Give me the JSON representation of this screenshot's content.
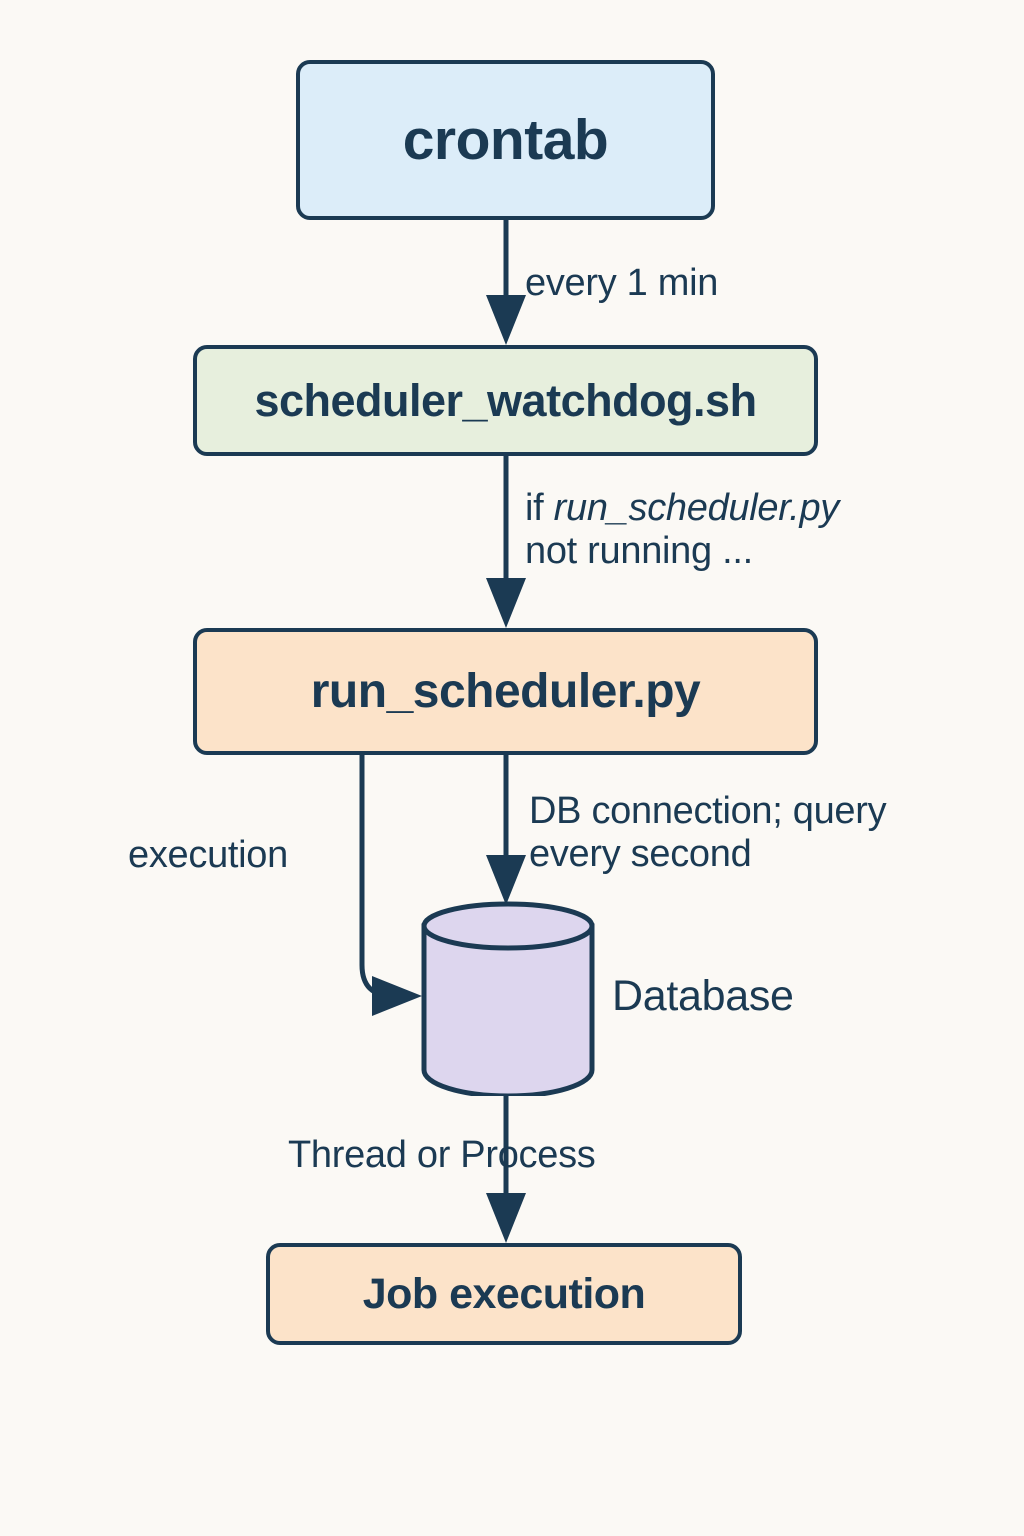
{
  "diagram": {
    "title": "Scheduler architecture flow",
    "background_color": "#fbf9f5",
    "stroke_color": "#1b3a53",
    "nodes": [
      {
        "id": "crontab",
        "label": "crontab",
        "shape": "rounded-rectangle",
        "fill": "#dcedf9"
      },
      {
        "id": "scheduler_watchdog",
        "label": "scheduler_watchdog.sh",
        "shape": "rounded-rectangle",
        "fill": "#e7efdd"
      },
      {
        "id": "run_scheduler",
        "label": "run_scheduler.py",
        "shape": "rounded-rectangle",
        "fill": "#fce3c9"
      },
      {
        "id": "database",
        "label": "Database",
        "shape": "cylinder",
        "fill": "#ddd6ee"
      },
      {
        "id": "job_execution",
        "label": "Job execution",
        "shape": "rounded-rectangle",
        "fill": "#fce3c9"
      }
    ],
    "edges": [
      {
        "id": "crontab-to-watchdog",
        "from": "crontab",
        "to": "scheduler_watchdog",
        "label": "every 1 min"
      },
      {
        "id": "watchdog-to-runscheduler",
        "from": "scheduler_watchdog",
        "to": "run_scheduler",
        "label_prefix": "if ",
        "label_italic": "run_scheduler.py",
        "label_suffix": "not running ..."
      },
      {
        "id": "runscheduler-to-database-execution",
        "from": "run_scheduler",
        "to": "database",
        "label": "execution"
      },
      {
        "id": "runscheduler-to-database-query",
        "from": "run_scheduler",
        "to": "database",
        "label": "DB connection; query\nevery second"
      },
      {
        "id": "database-to-jobexecution",
        "from": "database",
        "to": "job_execution",
        "label": "Thread or Process"
      }
    ]
  }
}
